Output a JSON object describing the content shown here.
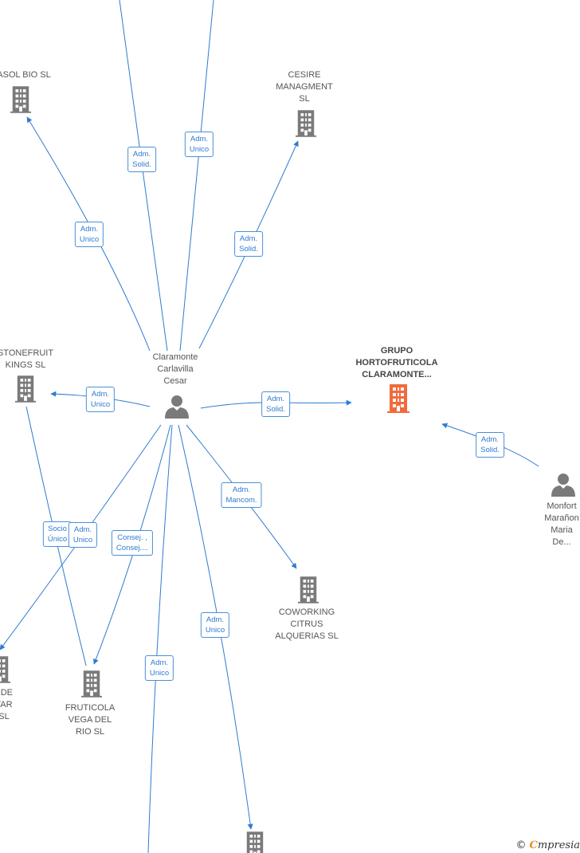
{
  "colors": {
    "edge": "#2e7bd0",
    "building": "#7a7a7a",
    "building_focus": "#f26a3c",
    "person": "#7a7a7a"
  },
  "nodes": [
    {
      "id": "person-claramonte",
      "kind": "person",
      "icon": "person-icon",
      "label": "Claramonte\nCarlavilla\nCesar"
    },
    {
      "id": "person-monfort",
      "kind": "person",
      "icon": "person-icon",
      "label": "Monfort\nMarañon\nMaria De..."
    },
    {
      "id": "company-grupo",
      "kind": "company-focus",
      "icon": "building-icon",
      "label": "GRUPO\nHORTOFRUTICOLA\nCLARAMONTE..."
    },
    {
      "id": "company-cesire",
      "kind": "company",
      "icon": "building-icon",
      "label": "CESIRE\nMANAGMENT\nSL"
    },
    {
      "id": "company-asol",
      "kind": "company",
      "icon": "building-icon",
      "label": "ASOL BIO  SL"
    },
    {
      "id": "company-stonefruit",
      "kind": "company",
      "icon": "building-icon",
      "label": "STONEFRUIT\nKINGS  SL"
    },
    {
      "id": "company-coworking",
      "kind": "company",
      "icon": "building-icon",
      "label": "COWORKING\nCITRUS\nALQUERIAS  SL"
    },
    {
      "id": "company-fruticola",
      "kind": "company",
      "icon": "building-icon",
      "label": "FRUTICOLA\nVEGA DEL\nRIO  SL"
    },
    {
      "id": "company-left-bottom",
      "kind": "company",
      "icon": "building-icon",
      "label": ") DE\nTAR\nSL"
    },
    {
      "id": "company-bottom",
      "kind": "company",
      "icon": "building-icon",
      "label": ""
    }
  ],
  "edges": [
    {
      "id": "e1",
      "label": "Adm.\nSolid."
    },
    {
      "id": "e2",
      "label": "Adm.\nUnico"
    },
    {
      "id": "e3",
      "label": "Adm.\nUnico"
    },
    {
      "id": "e4",
      "label": "Adm.\nSolid."
    },
    {
      "id": "e5",
      "label": "Adm.\nUnico"
    },
    {
      "id": "e6",
      "label": "Adm.\nSolid."
    },
    {
      "id": "e7",
      "label": "Adm.\nSolid."
    },
    {
      "id": "e8",
      "label": "Adm.\nMancom."
    },
    {
      "id": "e9",
      "label": "Socio\nÚnico"
    },
    {
      "id": "e10",
      "label": "Adm.\nUnico"
    },
    {
      "id": "e11",
      "label": "Consej. ,\nConsej...."
    },
    {
      "id": "e12",
      "label": "Adm.\nUnico"
    },
    {
      "id": "e13",
      "label": "Adm.\nUnico"
    }
  ],
  "watermark": {
    "symbol": "©",
    "brand_initial": "C",
    "brand_rest": "mpresia"
  }
}
